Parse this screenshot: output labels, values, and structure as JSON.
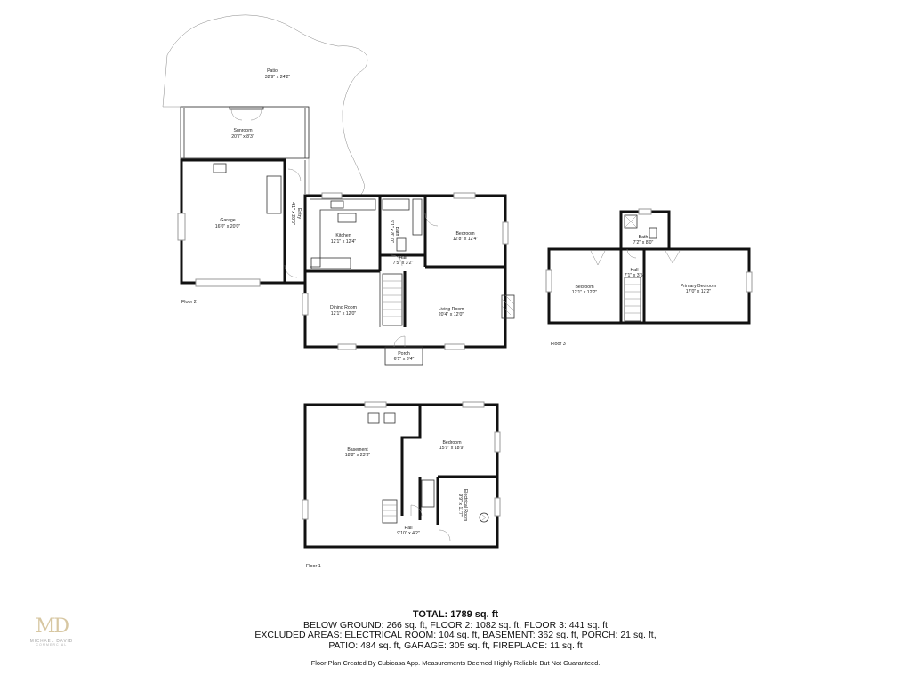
{
  "floors": {
    "floor1": "Floor 1",
    "floor2": "Floor 2",
    "floor3": "Floor 3"
  },
  "rooms": {
    "patio": {
      "name": "Patio",
      "dims": "32'9\" x 24'2\""
    },
    "sunroom": {
      "name": "Sunroom",
      "dims": "20'7\" x 8'3\""
    },
    "garage": {
      "name": "Garage",
      "dims": "16'0\" x 20'0\""
    },
    "entry": {
      "name": "Entry",
      "dims": "4'1\" x 20'6\""
    },
    "kitchen": {
      "name": "Kitchen",
      "dims": "12'1\" x 12'4\""
    },
    "bath2": {
      "name": "Bath",
      "dims": "5'1\" x 8'10\""
    },
    "hall2": {
      "name": "Hall",
      "dims": "7'5\" x 3'2\""
    },
    "bedroom2": {
      "name": "Bedroom",
      "dims": "12'8\" x 12'4\""
    },
    "dining": {
      "name": "Dining Room",
      "dims": "12'1\" x 12'0\""
    },
    "living": {
      "name": "Living Room",
      "dims": "20'4\" x 12'0\""
    },
    "porch": {
      "name": "Porch",
      "dims": "6'1\" x 3'4\""
    },
    "bath3": {
      "name": "Bath",
      "dims": "7'2\" x 8'0\""
    },
    "hall3": {
      "name": "Hall",
      "dims": "7'1\" x 3'5\""
    },
    "bedroom3": {
      "name": "Bedroom",
      "dims": "12'1\" x 12'2\""
    },
    "primary": {
      "name": "Primary Bedroom",
      "dims": "17'0\" x 12'2\""
    },
    "basement": {
      "name": "Basement",
      "dims": "18'8\" x 23'3\""
    },
    "bedroom1": {
      "name": "Bedroom",
      "dims": "15'9\" x 18'9\""
    },
    "electrical": {
      "name": "Electrical Room",
      "dims": "9'9\" x 11'7\""
    },
    "hall1": {
      "name": "Hall",
      "dims": "9'10\" x 4'2\""
    }
  },
  "summary": {
    "total": "TOTAL: 1789 sq. ft",
    "line1": "BELOW GROUND: 266 sq. ft, FLOOR 2: 1082 sq. ft, FLOOR 3: 441 sq. ft",
    "line2": "EXCLUDED AREAS: ELECTRICAL ROOM: 104 sq. ft, BASEMENT: 362 sq. ft, PORCH: 21 sq. ft,",
    "line3": "PATIO: 484 sq. ft, GARAGE: 305 sq. ft, FIREPLACE: 11 sq. ft"
  },
  "disclaimer": "Floor Plan Created By Cubicasa App. Measurements Deemed Highly Reliable But Not Guaranteed.",
  "logo": {
    "mark": "MD",
    "name": "MICHAEL DAVID",
    "sub": "COMMERCIAL",
    "color": "#d7c7a2"
  }
}
